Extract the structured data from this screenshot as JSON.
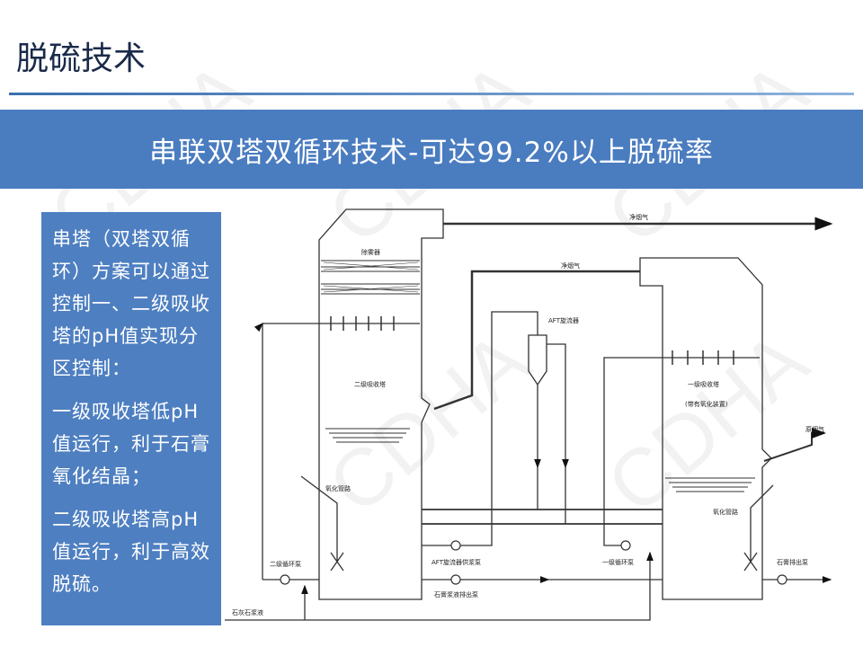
{
  "slide_title": "脱硫技术",
  "banner": "串联双塔双循环技术-可达99.2%以上脱硫率",
  "side_paragraphs": [
    "串塔（双塔双循环）方案可以通过控制一、二级吸收塔的pH值实现分区控制：",
    "一级吸收塔低pH值运行，利于石膏氧化结晶；",
    "二级吸收塔高pH值运行，利于高效脱硫。"
  ],
  "watermark": "CDHA",
  "diagram": {
    "clean_gas_out": "净烟气",
    "clean_gas_mid": "净烟气",
    "demister": "除雾器",
    "tower2": "二级吸收塔",
    "tower1": "一级吸收塔",
    "tower1_note": "(带有氧化装置)",
    "aft_cyclone": "AFT旋流器",
    "raw_gas": "原烟气",
    "agitator_left": "氧化管路",
    "agitator_right": "氧化管路",
    "pump_tower2": "二级循环泵",
    "pump_aft": "AFT旋流器供浆泵",
    "pump_gypsum_bleed": "石膏浆液排出泵",
    "pump_tower1": "一级循环泵",
    "pump_gypsum": "石膏排出泵",
    "limestone": "石灰石浆液"
  }
}
